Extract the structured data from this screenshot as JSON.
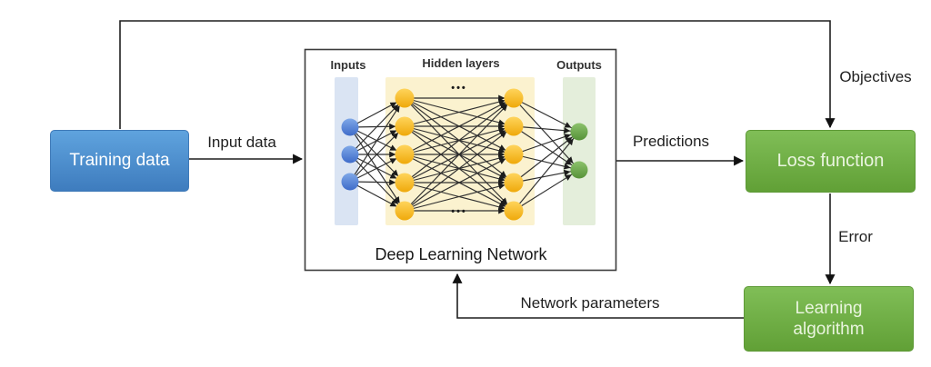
{
  "canvas": {
    "background": "#ffffff"
  },
  "boxes": {
    "training_data": {
      "label": "Training data",
      "color_top": "#5fa3de",
      "color_bottom": "#3e7cbe",
      "text_color": "#ffffff"
    },
    "loss_function": {
      "label": "Loss function",
      "color_top": "#80be57",
      "color_bottom": "#61a036",
      "text_color": "#eaf5df"
    },
    "learning_algorithm": {
      "label_line1": "Learning",
      "label_line2": "algorithm",
      "color_top": "#80be57",
      "color_bottom": "#61a036",
      "text_color": "#eaf5df"
    }
  },
  "arrows": {
    "input_data_label": "Input data",
    "predictions_label": "Predictions",
    "objectives_label": "Objectives",
    "error_label": "Error",
    "network_parameters_label": "Network parameters",
    "line_color": "#1f1f1f"
  },
  "network": {
    "caption": "Deep Learning Network",
    "inputs_label": "Inputs",
    "hidden_label": "Hidden layers",
    "outputs_label": "Outputs",
    "ellipsis": "•••",
    "edge_color": "#2f2f2f",
    "bands": {
      "inputs": "#dae4f3",
      "hidden": "#fbf2cf",
      "outputs": "#e4eedb"
    },
    "layers": [
      {
        "name": "input",
        "count": 3,
        "color_light": "#7fa8e8",
        "color_dark": "#3e6bc9"
      },
      {
        "name": "hidden-1",
        "count": 5,
        "color_light": "#ffd45c",
        "color_dark": "#efa90a"
      },
      {
        "name": "hidden-2",
        "count": 5,
        "color_light": "#ffd45c",
        "color_dark": "#efa90a"
      },
      {
        "name": "output",
        "count": 2,
        "color_light": "#8cc26c",
        "color_dark": "#569238"
      }
    ]
  }
}
